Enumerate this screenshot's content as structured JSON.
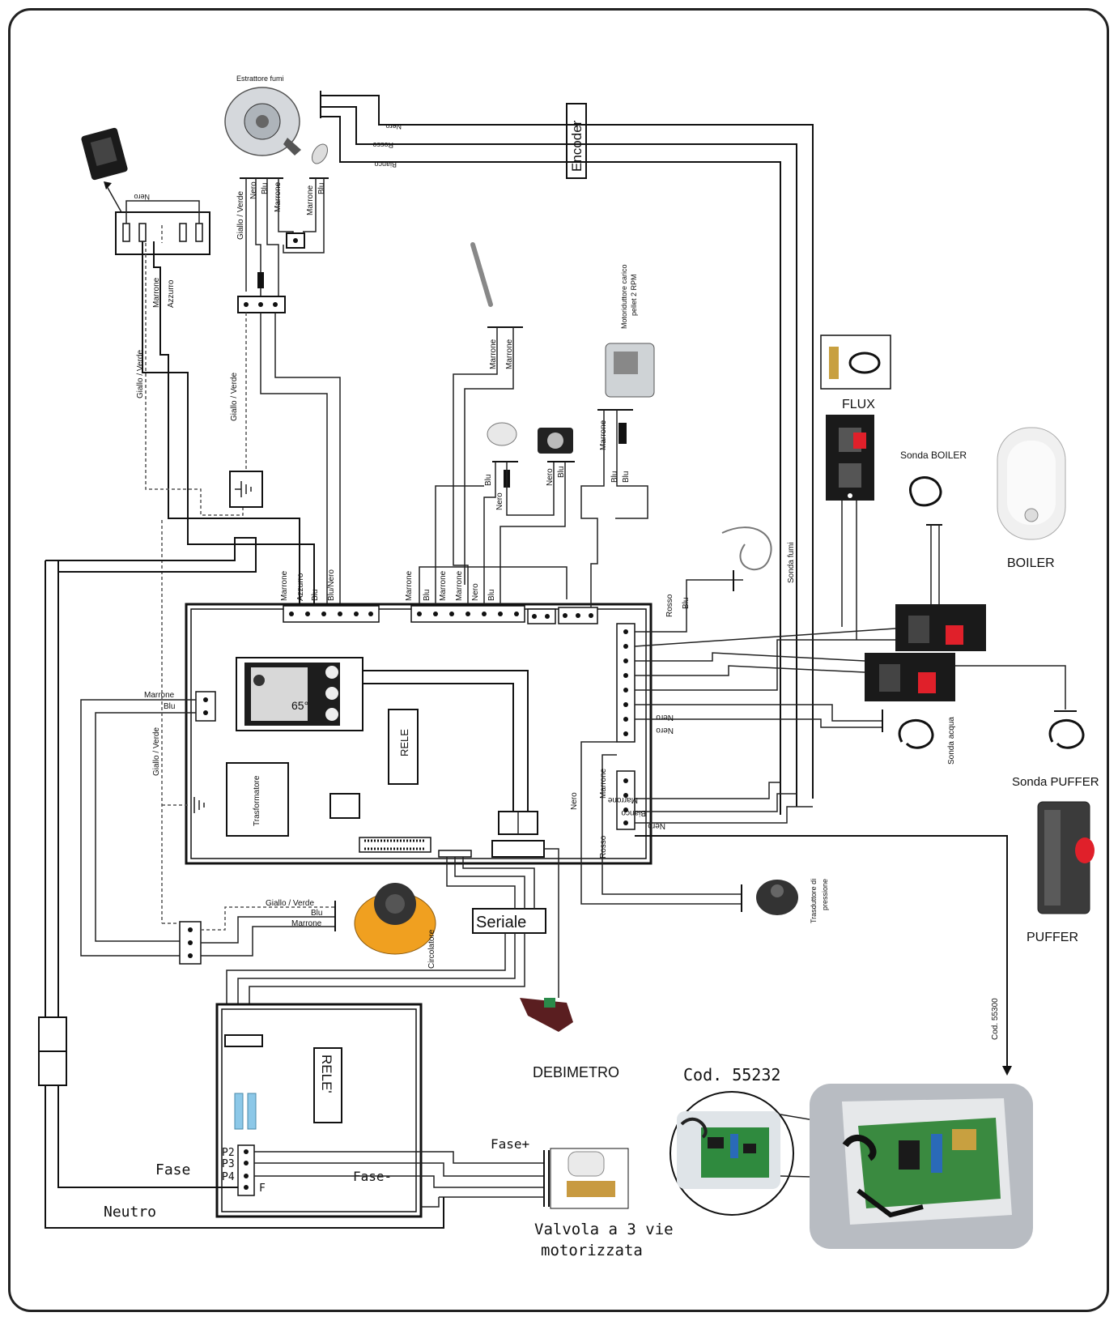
{
  "components": {
    "estrattore": "Estrattore fumi",
    "encoder": "Encoder",
    "motoriduttore": "Motoriduttore carico pellet 2 RPM",
    "flux": "FLUX",
    "sonda_boiler": "Sonda BOILER",
    "boiler": "BOILER",
    "sonda_acqua": "Sonda acqua",
    "sonda_puffer": "Sonda PUFFER",
    "puffer": "PUFFER",
    "sonda_fumi": "Sonda fumi",
    "rele_main": "RELE",
    "trasformatore": "Trasformatore",
    "circolatore": "Circolatore",
    "seriale": "Seriale",
    "trasduttore": "Trasduttore di pressione",
    "debimetro": "DEBIMETRO",
    "rele_aux": "RELE'",
    "cod_55300": "Cod. 55300",
    "cod_55232": "Cod. 55232",
    "valvola": "Valvola a 3 vie motorizzata",
    "display_temp": "65°"
  },
  "wires": {
    "nero": "Nero",
    "rosso": "Rosso",
    "bianco": "Bianco",
    "blu": "Blu",
    "marrone": "Marrone",
    "azzurro": "Azzurro",
    "giallo_verde": "Giallo / Verde",
    "blu_nero": "Blu/Nero"
  },
  "power": {
    "fase": "Fase",
    "neutro": "Neutro",
    "fase_plus": "Fase+",
    "fase_minus": "Fase-",
    "p2": "P2",
    "p3": "P3",
    "p4": "P4",
    "f": "F"
  },
  "colors": {
    "line": "#111111",
    "red_terminal": "#e0202a",
    "dark_block": "#1a1a1a",
    "yellow_pump": "#f0a020",
    "blue_relay": "#8cc8e8"
  }
}
